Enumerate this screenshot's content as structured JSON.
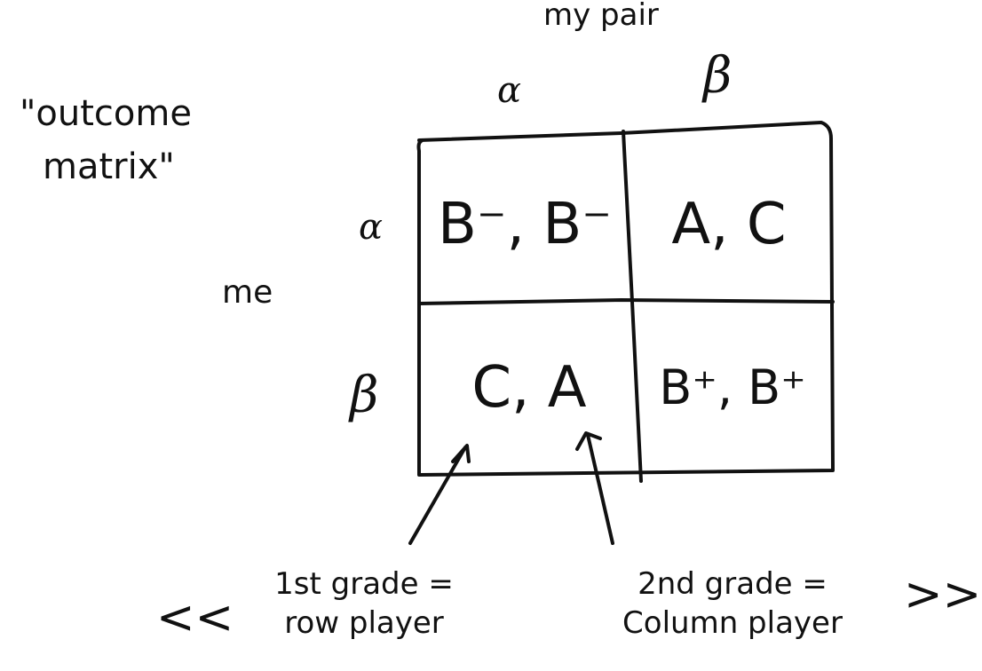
{
  "title": {
    "line1": "\"outcome",
    "line2": "matrix\""
  },
  "column_player_label": "my pair",
  "row_player_label": "me",
  "column_strategies": [
    "α",
    "β"
  ],
  "row_strategies": [
    "α",
    "β"
  ],
  "cells": {
    "alpha_alpha": "B⁻, B⁻",
    "alpha_beta": "A, C",
    "beta_alpha": "C, A",
    "beta_beta": "B⁺, B⁺"
  },
  "notes": {
    "first_grade": {
      "line1": "1st grade =",
      "line2": "row player"
    },
    "second_grade": {
      "line1": "2nd grade =",
      "line2": "Column player"
    }
  },
  "navigation": {
    "prev": "<<",
    "next": ">>"
  }
}
